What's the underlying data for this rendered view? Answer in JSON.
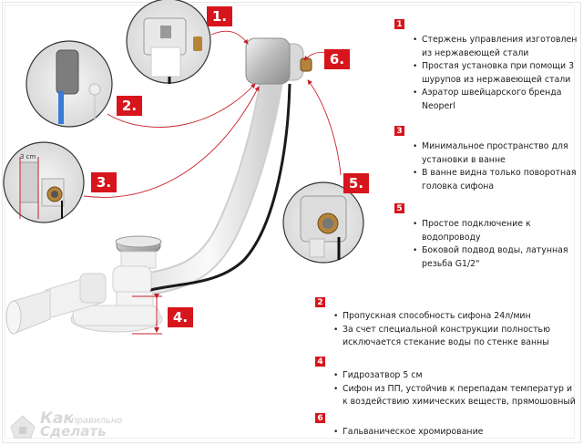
{
  "callouts": [
    {
      "id": "1",
      "label": "1."
    },
    {
      "id": "2",
      "label": "2."
    },
    {
      "id": "3",
      "label": "3."
    },
    {
      "id": "4",
      "label": "4."
    },
    {
      "id": "5",
      "label": "5."
    },
    {
      "id": "6",
      "label": "6."
    }
  ],
  "dimension_label": "3 cm",
  "sections": {
    "s1": {
      "number": "1",
      "bullets": [
        "Стержень управления изготовлен",
        "из нержавеющей стали",
        "Простая установка при помощи 3",
        "шурупов из нержавеющей стали",
        "Аэратор швейцарского бренда",
        "Neoperl"
      ]
    },
    "s3": {
      "number": "3",
      "bullets": [
        "Минимальное пространство для",
        "установки в ванне",
        "В ванне видна только поворотная",
        "головка сифона"
      ]
    },
    "s5": {
      "number": "5",
      "bullets": [
        "Простое подключение к",
        "водопроводу",
        "Боковой подвод воды, латунная",
        "резьба G1/2\""
      ]
    },
    "s2": {
      "number": "2",
      "bullets": [
        "Пропускная способность сифона 24л/мин",
        "За счет специальной конструкции полностью",
        "исключается стекание воды по стенке ванны"
      ]
    },
    "s4": {
      "number": "4",
      "bullets": [
        "Гидрозатвор 5 см",
        "Сифон из ПП, устойчив к перепадам температур и",
        "к воздействию химических веществ, прямошовный"
      ]
    },
    "s6": {
      "number": "6",
      "bullets": [
        "Гальваническое хромирование"
      ]
    }
  },
  "watermark": {
    "word1": "Как",
    "word2": "правильно",
    "word3": "Сделать"
  },
  "colors": {
    "accent": "#d7151c",
    "text": "#1c1c1c",
    "chrome": "#c9c9c9",
    "brass": "#b5843a"
  }
}
